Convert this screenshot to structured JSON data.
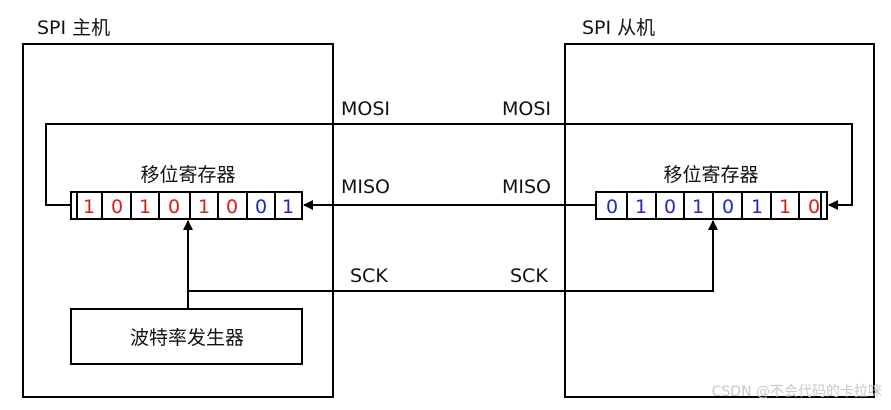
{
  "master": {
    "title": "SPI 主机",
    "register_label": "移位寄存器",
    "bits": [
      "1",
      "0",
      "1",
      "0",
      "1",
      "0",
      "0",
      "1"
    ],
    "bit_colors": [
      "#d62020",
      "#d62020",
      "#d62020",
      "#d62020",
      "#d62020",
      "#d62020",
      "#1f2bbd",
      "#1f2bbd"
    ],
    "generator_label": "波特率发生器"
  },
  "slave": {
    "title": "SPI 从机",
    "register_label": "移位寄存器",
    "bits": [
      "0",
      "1",
      "0",
      "1",
      "0",
      "1",
      "1",
      "0"
    ],
    "bit_colors": [
      "#1f2bbd",
      "#1f2bbd",
      "#1f2bbd",
      "#1f2bbd",
      "#1f2bbd",
      "#1f2bbd",
      "#d62020",
      "#d62020"
    ]
  },
  "signals": {
    "mosi_master": "MOSI",
    "mosi_slave": "MOSI",
    "miso_master": "MISO",
    "miso_slave": "MISO",
    "sck_master": "SCK",
    "sck_slave": "SCK"
  },
  "watermark": "CSDN @不会代码的卡拉咪"
}
